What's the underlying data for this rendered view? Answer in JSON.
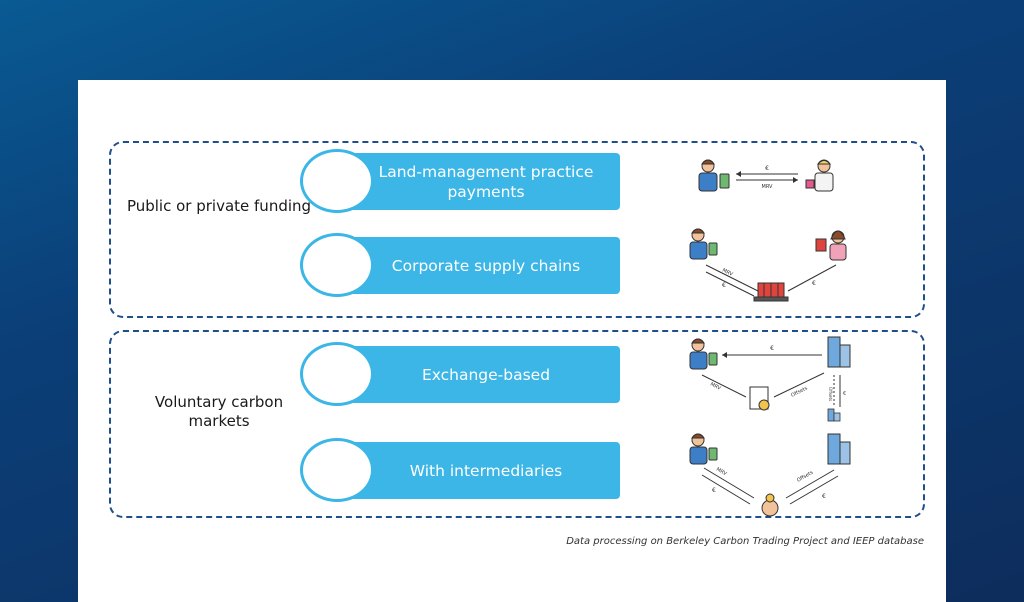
{
  "groups": [
    {
      "label": "Public or private funding",
      "items": [
        {
          "label": "Land-management practice payments"
        },
        {
          "label": "Corporate supply chains"
        }
      ]
    },
    {
      "label": "Voluntary carbon markets",
      "items": [
        {
          "label": "Exchange-based"
        },
        {
          "label": "With intermediaries"
        }
      ]
    }
  ],
  "diagram_labels": {
    "euro": "€",
    "mrv": "MRV",
    "offsets": "Offsets"
  },
  "caption": "Data processing on Berkeley Carbon Trading Project and IEEP database",
  "colors": {
    "pill": "#3bb6e6",
    "dashed_border": "#1f4e8c",
    "background_top": "#0a5a93",
    "background_bottom": "#0d2d5c"
  }
}
